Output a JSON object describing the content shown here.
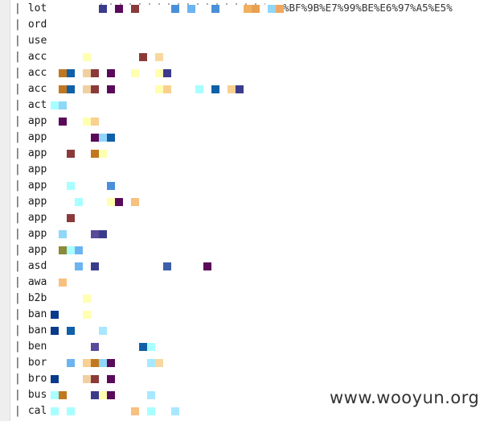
{
  "url_fragment": "%BF%9B%E7%99%BE%E6%97%A5%E5%",
  "watermark": "www.wooyun.org",
  "rows": [
    {
      "pipe": "|",
      "word": "lot",
      "cells": []
    },
    {
      "pipe": "|",
      "word": "ord",
      "cells": []
    },
    {
      "pipe": "|",
      "word": "use",
      "cells": []
    },
    {
      "pipe": "|",
      "word": "acc",
      "cells": []
    },
    {
      "pipe": "|",
      "word": "acc",
      "cells": []
    },
    {
      "pipe": "|",
      "word": "acc",
      "cells": []
    },
    {
      "pipe": "|",
      "word": "act",
      "cells": []
    },
    {
      "pipe": "|",
      "word": "app",
      "cells": []
    },
    {
      "pipe": "|",
      "word": "app",
      "cells": []
    },
    {
      "pipe": "|",
      "word": "app",
      "cells": []
    },
    {
      "pipe": "|",
      "word": "app",
      "cells": []
    },
    {
      "pipe": "|",
      "word": "app",
      "cells": []
    },
    {
      "pipe": "|",
      "word": "app",
      "cells": []
    },
    {
      "pipe": "|",
      "word": "app",
      "cells": []
    },
    {
      "pipe": "|",
      "word": "app",
      "cells": []
    },
    {
      "pipe": "|",
      "word": "app",
      "cells": []
    },
    {
      "pipe": "|",
      "word": "asd",
      "cells": []
    },
    {
      "pipe": "|",
      "word": "awa",
      "cells": []
    },
    {
      "pipe": "|",
      "word": "b2b",
      "cells": []
    },
    {
      "pipe": "|",
      "word": "ban",
      "cells": []
    },
    {
      "pipe": "|",
      "word": "ban",
      "cells": []
    },
    {
      "pipe": "|",
      "word": "ben",
      "cells": []
    },
    {
      "pipe": "|",
      "word": "bor",
      "cells": []
    },
    {
      "pipe": "|",
      "word": "bro",
      "cells": []
    },
    {
      "pipe": "|",
      "word": "bus",
      "cells": []
    },
    {
      "pipe": "|",
      "word": "cal",
      "cells": []
    }
  ]
}
